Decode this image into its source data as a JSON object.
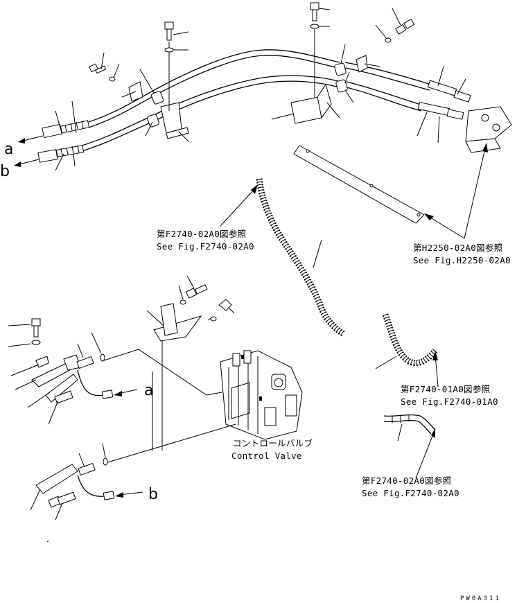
{
  "callouts": {
    "f2740_02a0_top": {
      "jp": "第F2740-02A0図参照",
      "en": "See Fig.F2740-02A0"
    },
    "h2250_02a0": {
      "jp": "第H2250-02A0図参照",
      "en": "See Fig.H2250-02A0"
    },
    "f2740_01a0": {
      "jp": "第F2740-01A0図参照",
      "en": "See Fig.F2740-01A0"
    },
    "f2740_02a0_bottom": {
      "jp": "第F2740-02A0図参照",
      "en": "See Fig.F2740-02A0"
    }
  },
  "control_valve": {
    "jp": "コントロールバルブ",
    "en": "Control Valve"
  },
  "connection_letters": {
    "a": "a",
    "b": "b"
  },
  "drawing_code": "PW0A311"
}
